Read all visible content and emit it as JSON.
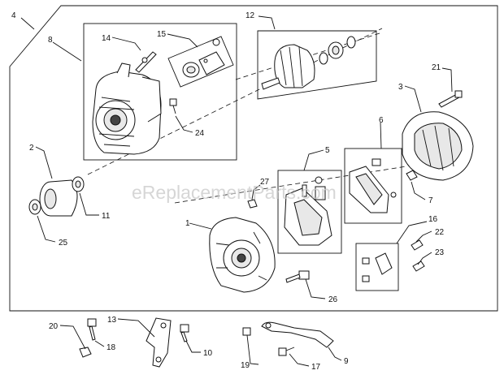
{
  "watermark": "eReplacementParts.com",
  "callouts": {
    "c1": "1",
    "c2": "2",
    "c3": "3",
    "c4": "4",
    "c5": "5",
    "c6": "6",
    "c7": "7",
    "c8": "8",
    "c9": "9",
    "c10": "10",
    "c11": "11",
    "c12": "12",
    "c13": "13",
    "c14": "14",
    "c15": "15",
    "c16": "16",
    "c17": "17",
    "c18": "18",
    "c19": "19",
    "c20": "20",
    "c21": "21",
    "c22": "22",
    "c23": "23",
    "c24": "24",
    "c25": "25",
    "c26": "26",
    "c27": "27"
  }
}
